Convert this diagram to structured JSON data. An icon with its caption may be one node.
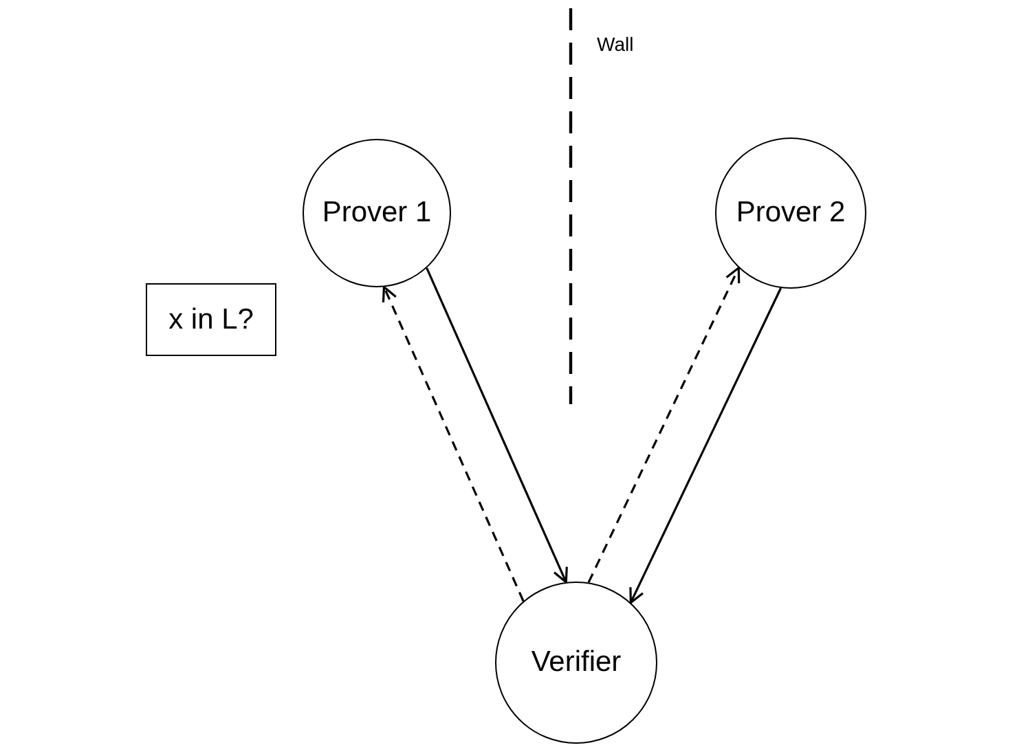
{
  "diagram": {
    "nodes": [
      {
        "text": [
          "x in L?"
        ]
      },
      {
        "text": [
          "Prover 1"
        ]
      },
      {
        "text": [
          "Prover 2"
        ]
      },
      {
        "text": [
          "Verifier"
        ]
      }
    ],
    "edges": [
      {
        "from": 3,
        "to": 1,
        "arrow": "to",
        "style": "dashed"
      },
      {
        "from": 1,
        "to": 3,
        "arrow": "to"
      },
      {
        "from": 3,
        "to": 2,
        "arrow": "to",
        "style": "dashed"
      },
      {
        "from": 2,
        "to": 3,
        "arrow": "to"
      }
    ],
    "labels": [
      "Wall"
    ]
  }
}
